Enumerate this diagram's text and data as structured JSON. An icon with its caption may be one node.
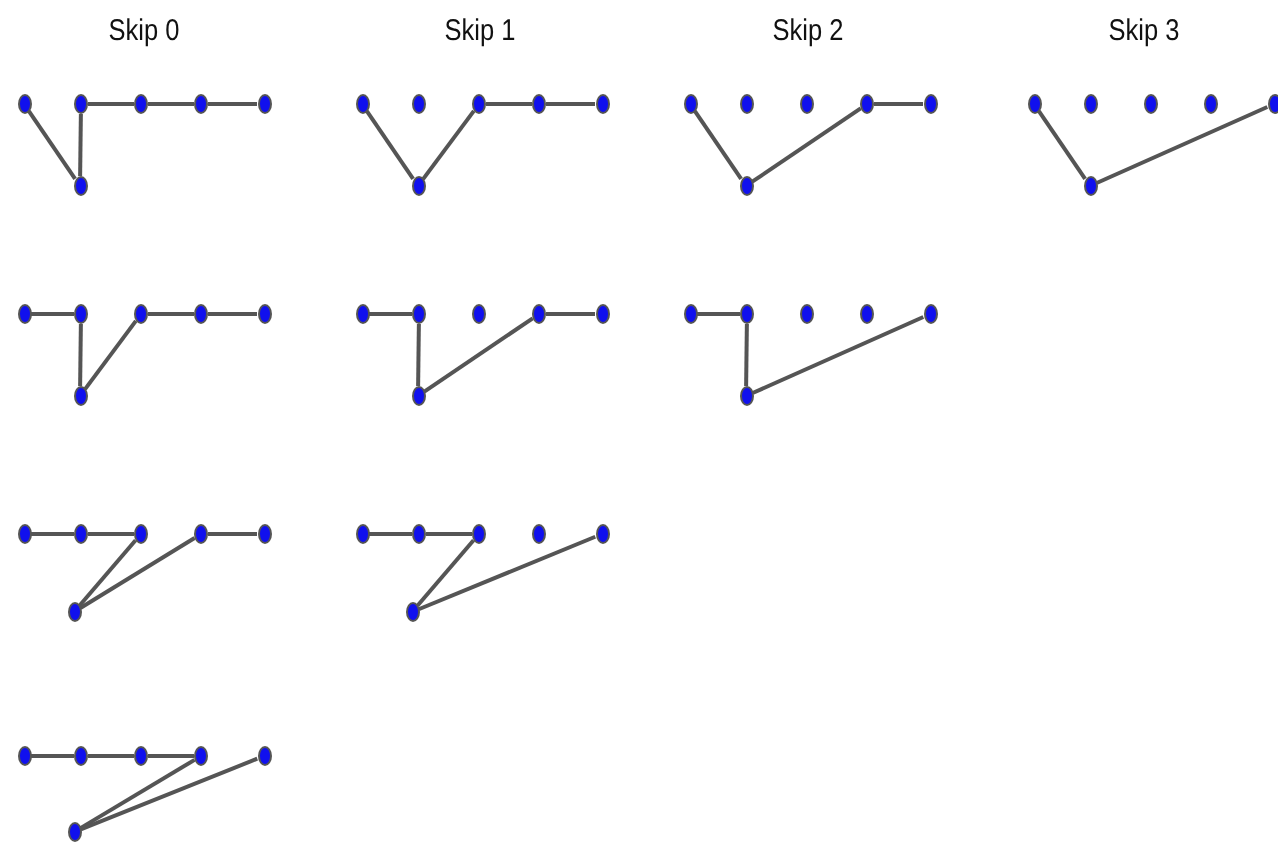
{
  "diagram": {
    "nodes": [
      {
        "text": [],
        "shape": "circle"
      },
      {
        "text": [],
        "shape": "circle"
      },
      {
        "text": [],
        "shape": "circle"
      },
      {
        "text": [],
        "shape": "circle"
      },
      {
        "text": [],
        "shape": "circle"
      },
      {
        "text": [],
        "shape": "circle"
      },
      {
        "text": [],
        "shape": "circle"
      },
      {
        "text": [],
        "shape": "circle"
      },
      {
        "text": [],
        "shape": "circle"
      },
      {
        "text": [],
        "shape": "circle"
      },
      {
        "text": [],
        "shape": "circle"
      },
      {
        "text": [],
        "shape": "circle"
      },
      {
        "text": [],
        "shape": "circle"
      },
      {
        "text": [],
        "shape": "circle"
      },
      {
        "text": [],
        "shape": "circle"
      },
      {
        "text": [],
        "shape": "circle"
      },
      {
        "text": [],
        "shape": "circle"
      },
      {
        "text": [],
        "shape": "circle"
      },
      {
        "text": [],
        "shape": "circle"
      },
      {
        "text": [],
        "shape": "circle"
      },
      {
        "text": [],
        "shape": "circle"
      },
      {
        "text": [],
        "shape": "circle"
      },
      {
        "text": [],
        "shape": "circle"
      },
      {
        "text": [],
        "shape": "circle"
      },
      {
        "text": [],
        "shape": "circle"
      },
      {
        "text": [],
        "shape": "circle"
      },
      {
        "text": [],
        "shape": "circle"
      },
      {
        "text": [],
        "shape": "circle"
      },
      {
        "text": [],
        "shape": "circle"
      },
      {
        "text": [],
        "shape": "circle"
      },
      {
        "text": [],
        "shape": "circle"
      },
      {
        "text": [],
        "shape": "circle"
      },
      {
        "text": [],
        "shape": "circle"
      },
      {
        "text": [],
        "shape": "circle"
      },
      {
        "text": [],
        "shape": "circle"
      },
      {
        "text": [],
        "shape": "circle"
      },
      {
        "text": [],
        "shape": "circle"
      },
      {
        "text": [],
        "shape": "circle"
      },
      {
        "text": [],
        "shape": "circle"
      },
      {
        "text": [],
        "shape": "circle"
      },
      {
        "text": [],
        "shape": "circle"
      },
      {
        "text": [],
        "shape": "circle"
      },
      {
        "text": [],
        "shape": "circle"
      },
      {
        "text": [],
        "shape": "circle"
      },
      {
        "text": [],
        "shape": "circle"
      },
      {
        "text": [],
        "shape": "circle"
      },
      {
        "text": [],
        "shape": "circle"
      },
      {
        "text": [],
        "shape": "circle"
      },
      {
        "text": [],
        "shape": "circle"
      },
      {
        "text": [],
        "shape": "circle"
      },
      {
        "text": [],
        "shape": "circle"
      },
      {
        "text": [],
        "shape": "circle"
      },
      {
        "text": [],
        "shape": "circle"
      },
      {
        "text": [],
        "shape": "circle"
      },
      {
        "text": [],
        "shape": "circle"
      },
      {
        "text": [],
        "shape": "circle"
      },
      {
        "text": [],
        "shape": "circle"
      },
      {
        "text": [],
        "shape": "circle"
      },
      {
        "text": [],
        "shape": "circle"
      },
      {
        "text": [],
        "shape": "circle"
      }
    ],
    "edges": [
      {
        "from": 0,
        "to": 5,
        "arrow": "none"
      },
      {
        "from": 5,
        "to": 1,
        "arrow": "none"
      },
      {
        "from": 1,
        "to": 2,
        "arrow": "none"
      },
      {
        "from": 2,
        "to": 3,
        "arrow": "none"
      },
      {
        "from": 3,
        "to": 4,
        "arrow": "none"
      },
      {
        "from": 6,
        "to": 11,
        "arrow": "none"
      },
      {
        "from": 11,
        "to": 8,
        "arrow": "none"
      },
      {
        "from": 8,
        "to": 9,
        "arrow": "none"
      },
      {
        "from": 9,
        "to": 10,
        "arrow": "none"
      },
      {
        "from": 12,
        "to": 17,
        "arrow": "none"
      },
      {
        "from": 17,
        "to": 15,
        "arrow": "none"
      },
      {
        "from": 15,
        "to": 16,
        "arrow": "none"
      },
      {
        "from": 18,
        "to": 23,
        "arrow": "none"
      },
      {
        "from": 23,
        "to": 22,
        "arrow": "none"
      },
      {
        "from": 24,
        "to": 25,
        "arrow": "none"
      },
      {
        "from": 25,
        "to": 29,
        "arrow": "none"
      },
      {
        "from": 29,
        "to": 26,
        "arrow": "none"
      },
      {
        "from": 26,
        "to": 27,
        "arrow": "none"
      },
      {
        "from": 27,
        "to": 28,
        "arrow": "none"
      },
      {
        "from": 30,
        "to": 31,
        "arrow": "none"
      },
      {
        "from": 31,
        "to": 35,
        "arrow": "none"
      },
      {
        "from": 35,
        "to": 33,
        "arrow": "none"
      },
      {
        "from": 33,
        "to": 34,
        "arrow": "none"
      },
      {
        "from": 36,
        "to": 37,
        "arrow": "none"
      },
      {
        "from": 37,
        "to": 41,
        "arrow": "none"
      },
      {
        "from": 41,
        "to": 40,
        "arrow": "none"
      },
      {
        "from": 42,
        "to": 43,
        "arrow": "none"
      },
      {
        "from": 43,
        "to": 44,
        "arrow": "none"
      },
      {
        "from": 44,
        "to": 47,
        "arrow": "none"
      },
      {
        "from": 47,
        "to": 45,
        "arrow": "none"
      },
      {
        "from": 45,
        "to": 46,
        "arrow": "none"
      },
      {
        "from": 48,
        "to": 49,
        "arrow": "none"
      },
      {
        "from": 49,
        "to": 50,
        "arrow": "none"
      },
      {
        "from": 50,
        "to": 53,
        "arrow": "none"
      },
      {
        "from": 53,
        "to": 52,
        "arrow": "none"
      },
      {
        "from": 54,
        "to": 55,
        "arrow": "none"
      },
      {
        "from": 55,
        "to": 56,
        "arrow": "none"
      },
      {
        "from": 56,
        "to": 57,
        "arrow": "none"
      },
      {
        "from": 57,
        "to": 59,
        "arrow": "none"
      },
      {
        "from": 59,
        "to": 58,
        "arrow": "none"
      }
    ],
    "labels": [
      "Skip 0",
      "Skip 1",
      "Skip 2",
      "Skip 3"
    ]
  }
}
